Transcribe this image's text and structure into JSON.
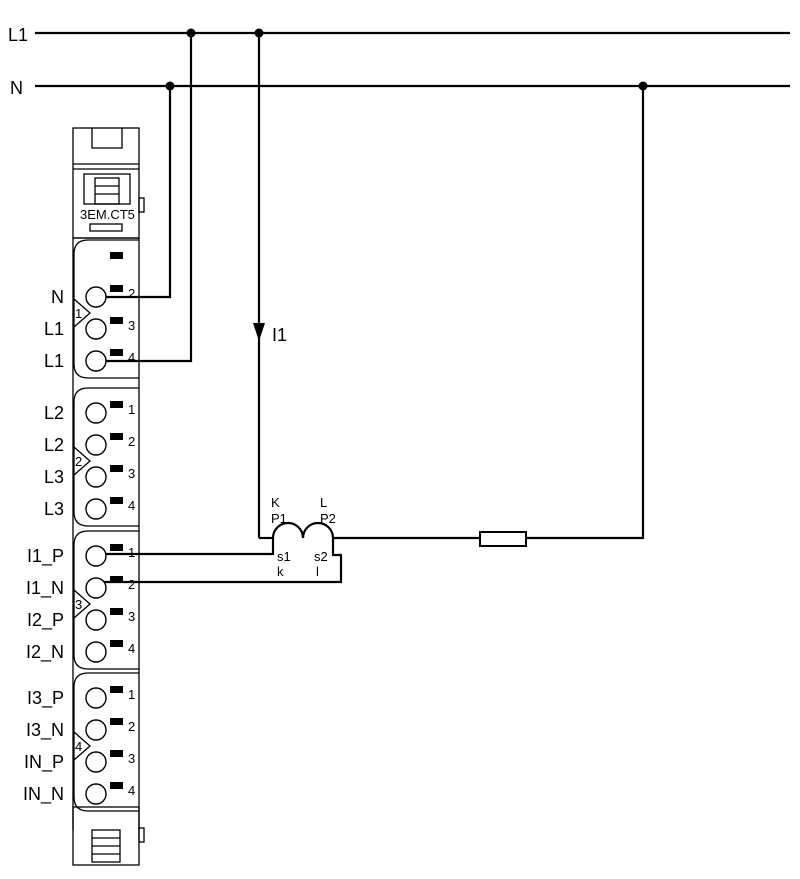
{
  "bus": {
    "l1_label": "L1",
    "n_label": "N"
  },
  "module": {
    "name": "3EM.CT5",
    "groups": [
      {
        "number": "1",
        "terminals": [
          {
            "label": "",
            "pin": ""
          },
          {
            "label": "N",
            "pin": "2"
          },
          {
            "label": "L1",
            "pin": "3"
          },
          {
            "label": "L1",
            "pin": "4"
          }
        ]
      },
      {
        "number": "2",
        "terminals": [
          {
            "label": "L2",
            "pin": "1"
          },
          {
            "label": "L2",
            "pin": "2"
          },
          {
            "label": "L3",
            "pin": "3"
          },
          {
            "label": "L3",
            "pin": "4"
          }
        ]
      },
      {
        "number": "3",
        "terminals": [
          {
            "label": "I1_P",
            "pin": "1"
          },
          {
            "label": "I1_N",
            "pin": "2"
          },
          {
            "label": "I2_P",
            "pin": "3"
          },
          {
            "label": "I2_N",
            "pin": "4"
          }
        ]
      },
      {
        "number": "4",
        "terminals": [
          {
            "label": "I3_P",
            "pin": "1"
          },
          {
            "label": "I3_N",
            "pin": "2"
          },
          {
            "label": "IN_P",
            "pin": "3"
          },
          {
            "label": "IN_N",
            "pin": "4"
          }
        ]
      }
    ]
  },
  "current_label": "I1",
  "ct": {
    "k": "K",
    "p1": "P1",
    "l": "L",
    "p2": "P2",
    "s1": "s1",
    "k_small": "k",
    "s2": "s2",
    "l_small": "l"
  }
}
